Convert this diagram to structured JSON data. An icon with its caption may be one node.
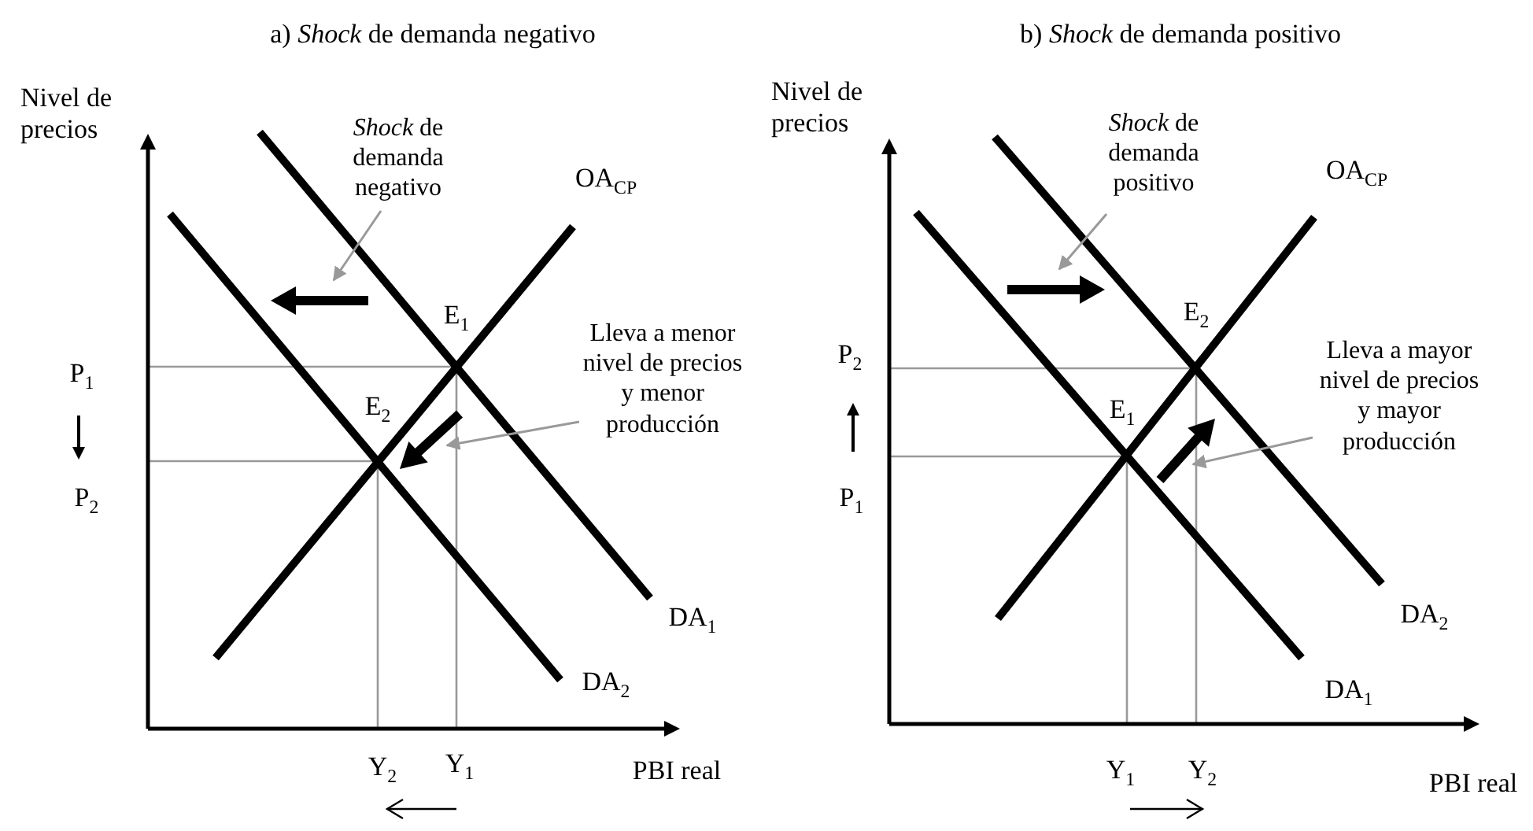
{
  "diagram": {
    "nodes": [
      {
        "text": [
          "*Shock* de demanda negativo"
        ]
      },
      {
        "text": [],
        "shape": "arrow"
      },
      {
        "text": [
          "Lleva a menor nivel de precios y menor producción"
        ]
      },
      {
        "text": [],
        "shape": "arrow"
      },
      {
        "text": [
          "*Shock* de demanda positivo"
        ]
      },
      {
        "text": [],
        "shape": "arrow"
      },
      {
        "text": [
          "Lleva a mayor nivel de precios y mayor producción"
        ]
      },
      {
        "text": [],
        "shape": "arrow"
      }
    ],
    "edges": [
      {
        "from": 0,
        "to": 1,
        "arrow": "to"
      },
      {
        "from": 2,
        "to": 3,
        "arrow": "to"
      },
      {
        "from": 4,
        "to": 5,
        "arrow": "to"
      },
      {
        "from": 6,
        "to": 7,
        "arrow": "to"
      }
    ],
    "labels": [
      "a) *Shock* de demanda negativo",
      "Nivel de precios",
      "OA$_{CP}$",
      "E$_{1}$",
      "P$_{1}$",
      "E$_{2}$",
      "P$_{2}$",
      "DA$_{1}$",
      "DA$_{2}$",
      "Y$_{2}$",
      "Y$_{1}$",
      "PBI real",
      "b) *Shock* de demanda positivo",
      "Nivel de precios",
      "OA$_{CP}$",
      "E$_{2}$",
      "P$_{2}$",
      "E$_{1}$",
      "P$_{1}$",
      "DA$_{2}$",
      "DA$_{1}$",
      "Y$_{1}$",
      "Y$_{2}$",
      "PBI real"
    ]
  }
}
